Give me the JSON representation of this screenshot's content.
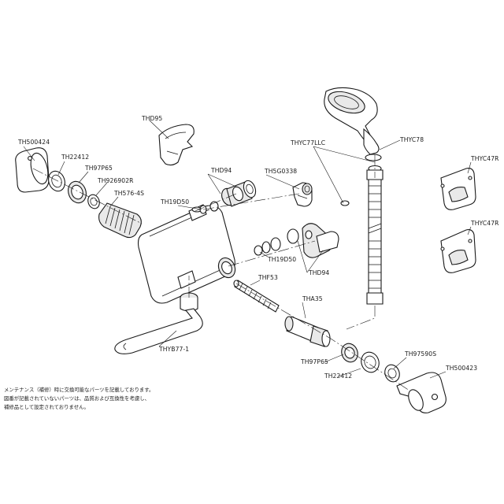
{
  "parts": {
    "th500424": "TH500424",
    "th22412_top": "TH22412",
    "th97p65_top": "TH97P65",
    "th926902r": "TH926902R",
    "th576_4s": "TH576-4S",
    "thd95": "THD95",
    "thd94_top": "THD94",
    "th19d50_top": "TH19D50",
    "th5g0338": "TH5G0338",
    "thyc77llc": "THYC77LLC",
    "thyc78": "THYC78",
    "thyc47r_1": "THYC47R",
    "thyc47r_2": "THYC47R",
    "th19d50_mid": "TH19D50",
    "thd94_mid": "THD94",
    "thf53": "THF53",
    "tha35": "THA35",
    "thyb77_1": "THYB77-1",
    "th97p65_bot": "TH97P65",
    "th97590s": "TH97590S",
    "th500423": "TH500423",
    "th22412_bot": "TH22412"
  },
  "note": {
    "line1": "メンテナンス（補修）時に交換可能なパーツを記載しております。",
    "line2": "図番が記載されていないパーツは、品質および互換性を考慮し、",
    "line3": "補修品として設定されておりません。"
  }
}
